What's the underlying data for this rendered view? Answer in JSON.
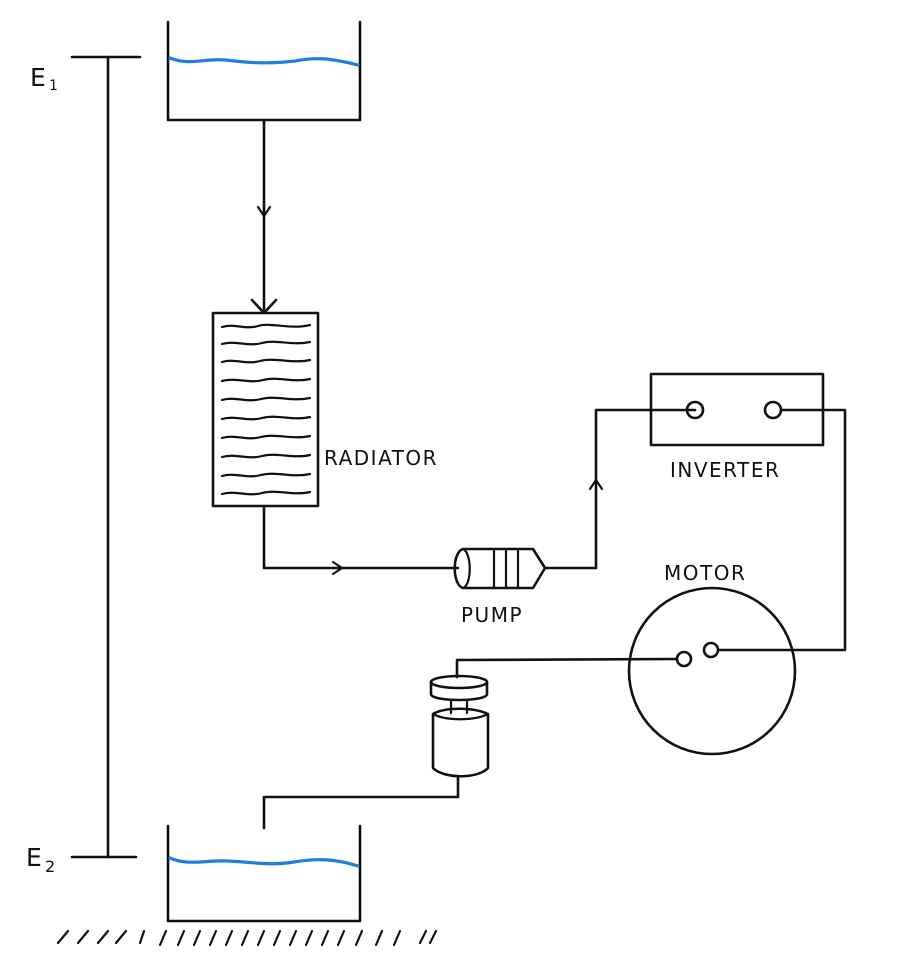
{
  "labels": {
    "e1": "E",
    "e1_sub": "1",
    "e2": "E",
    "e2_sub": "2",
    "radiator": "RADIATOR",
    "inverter": "INVERTER",
    "pump": "PUMP",
    "motor": "MOTOR"
  },
  "colors": {
    "line": "#111111",
    "water": "#1f7ee0",
    "background": "#ffffff"
  }
}
